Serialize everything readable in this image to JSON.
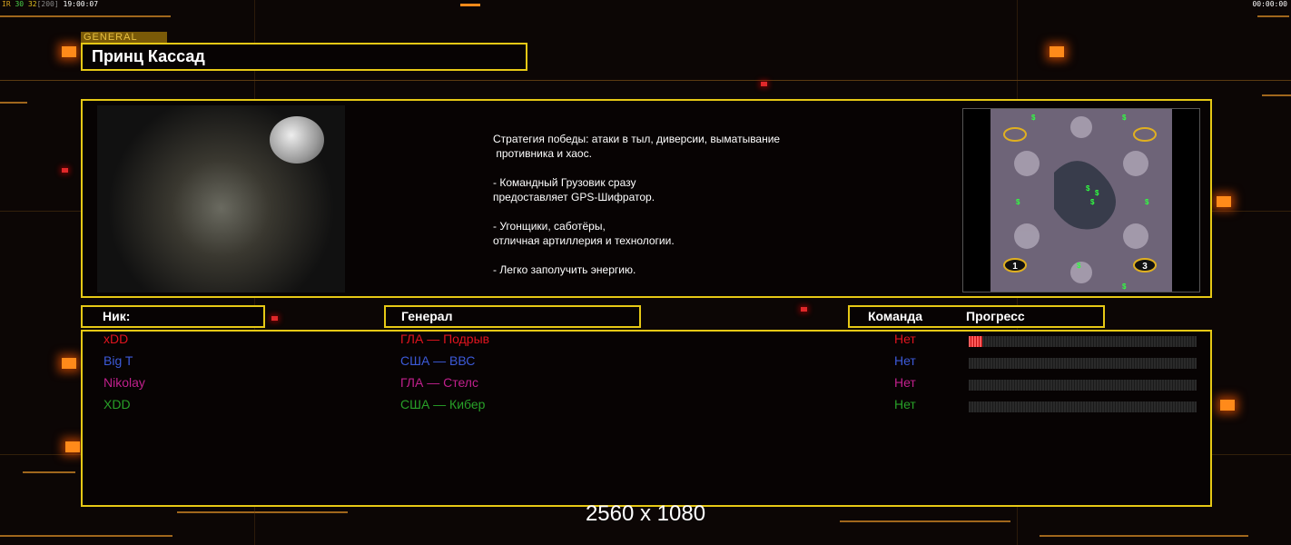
{
  "status_bar": {
    "fps_label": "IR",
    "fps": "30",
    "count": "32",
    "limit": "[200]",
    "clock": "19:00:07",
    "timer": "00:00:00"
  },
  "general": {
    "badge": "GENERAL",
    "name": "Принц Кассад"
  },
  "description": [
    "Стратегия победы: атаки в тыл, диверсии, выматывание",
    " противника и хаос.",
    "",
    "- Командный Грузовик сразу",
    "предоставляет GPS-Шифратор.",
    "",
    "- Угонщики, саботёры,",
    "отличная артиллерия и технологии.",
    "",
    "- Легко заполучить энергию."
  ],
  "map": {
    "start_positions": [
      "1",
      "3"
    ],
    "resource_marker": "$"
  },
  "headers": {
    "nick": "Ник:",
    "general": "Генерал",
    "team": "Команда",
    "progress": "Прогресс"
  },
  "players": [
    {
      "nick": "xDD",
      "general": "ГЛА — Подрыв",
      "team": "Нет",
      "progress": 0.06,
      "color": "#e0141e"
    },
    {
      "nick": "Big T",
      "general": "США — ВВС",
      "team": "Нет",
      "progress": 0,
      "color": "#3c5ad8"
    },
    {
      "nick": "Nikolay",
      "general": "ГЛА — Стелс",
      "team": "Нет",
      "progress": 0,
      "color": "#c0208c"
    },
    {
      "nick": "XDD",
      "general": "США — Кибер",
      "team": "Нет",
      "progress": 0,
      "color": "#28a028"
    }
  ],
  "resolution": "2560 x 1080"
}
